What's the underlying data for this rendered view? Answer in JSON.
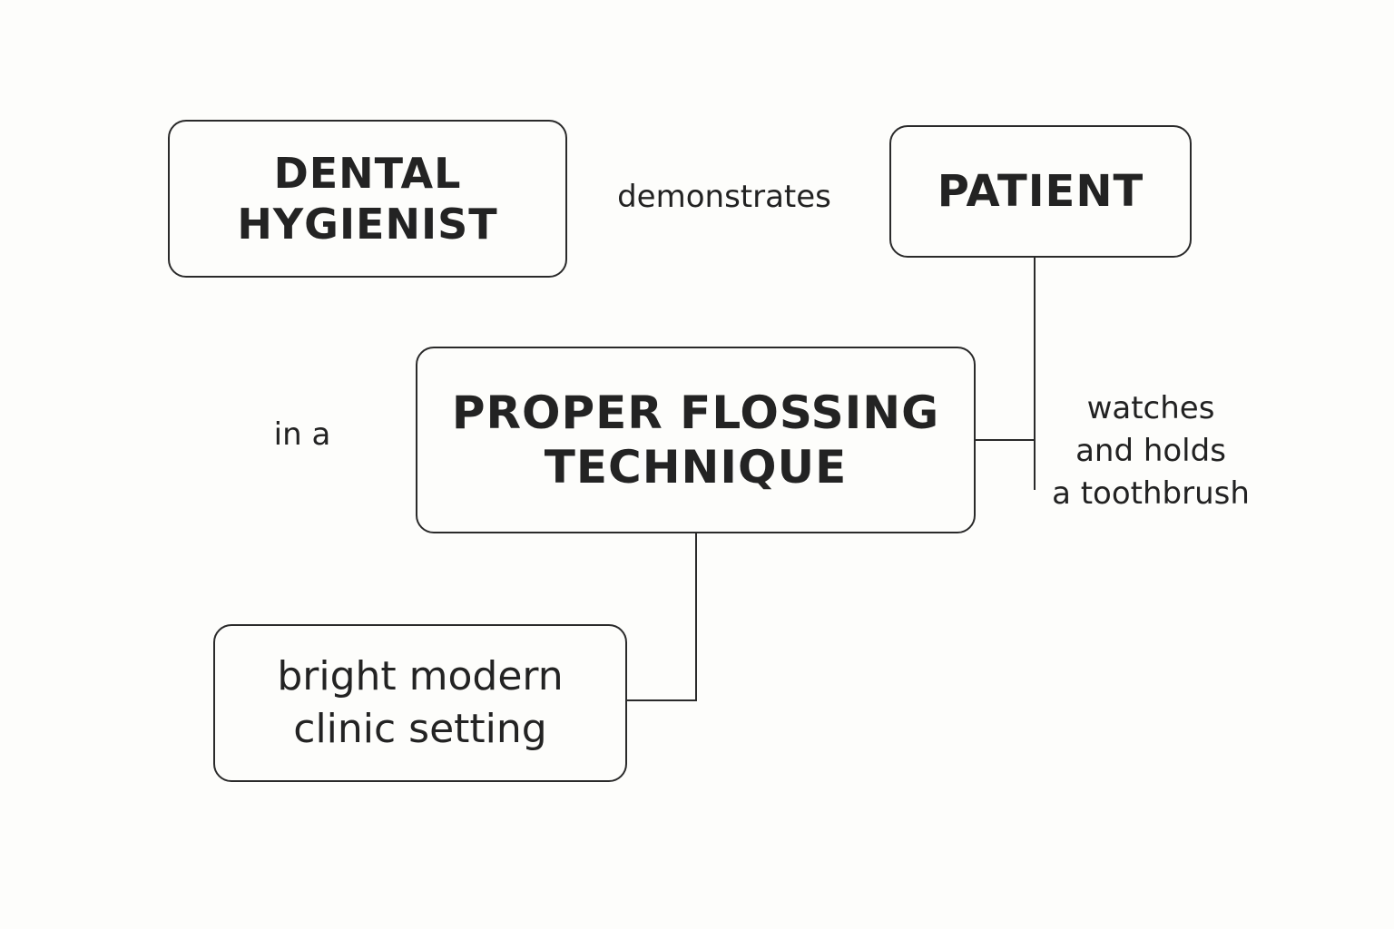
{
  "diagram": {
    "nodes": {
      "hygienist": {
        "label": "DENTAL\nHYGIENIST"
      },
      "patient": {
        "label": "PATIENT"
      },
      "technique": {
        "label": "PROPER FLOSSING\nTECHNIQUE"
      },
      "setting": {
        "label": "bright modern\nclinic setting"
      }
    },
    "edge_labels": {
      "demonstrates": "demonstrates",
      "in_a": "in a",
      "watches": "watches\nand holds\na toothbrush"
    },
    "colors": {
      "stroke": "#2a2a2a",
      "background": "#fdfdfb",
      "text": "#222222"
    }
  }
}
